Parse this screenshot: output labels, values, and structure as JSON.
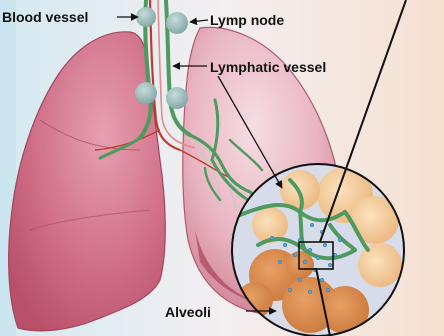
{
  "labels": {
    "blood_vessel": "Blood vessel",
    "lymph_node": "Lymp node",
    "lymphatic_vessel": "Lymphatic vessel",
    "alveoli": "Alveoli"
  },
  "colors": {
    "background_left": "#d8ecf3",
    "background_right": "#f6e2d4",
    "lung": "#c9607a",
    "lung_light": "#e9a4b4",
    "lymphatic": "#4e9a5f",
    "lymph_node": "#8fb7b4",
    "blood_vessel": "#c0392b",
    "alveolus": "#d9894a",
    "alveolus_light": "#f0c38c",
    "inset_background": "#d7dcea",
    "particle": "#5aa6d8",
    "outline": "#111111"
  }
}
